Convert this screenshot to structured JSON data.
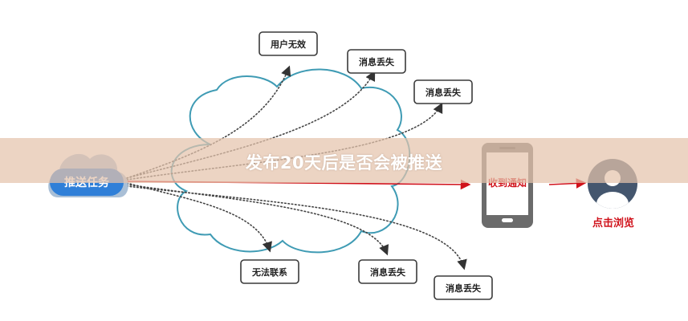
{
  "diagram": {
    "source": {
      "label": "推送任务",
      "color": "#2f7fd8"
    },
    "failure_nodes": [
      {
        "id": "top1",
        "label": "用户无效"
      },
      {
        "id": "top2",
        "label": "消息丢失"
      },
      {
        "id": "top3",
        "label": "消息丢失"
      },
      {
        "id": "bottom1",
        "label": "无法联系"
      },
      {
        "id": "bottom2",
        "label": "消息丢失"
      },
      {
        "id": "bottom3",
        "label": "消息丢失"
      }
    ],
    "phone": {
      "label": "收到通知"
    },
    "user": {
      "label": "点击浏览"
    },
    "colors": {
      "accent_red": "#d0121b",
      "cloud_outline": "#3f9bb4",
      "phone_body": "#6b6b6b",
      "user_avatar": "#44566e"
    },
    "icons": [
      "cloud-icon",
      "phone-icon",
      "user-avatar-icon"
    ]
  },
  "banner": {
    "text": "发布20天后是否会被推送"
  }
}
